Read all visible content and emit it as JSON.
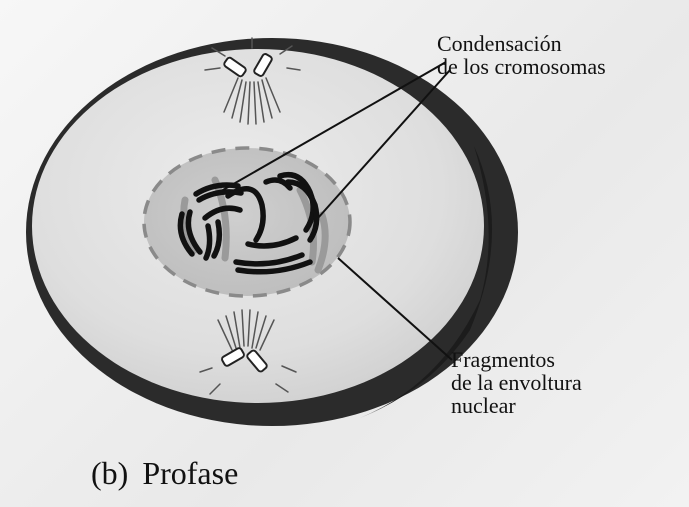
{
  "labels": {
    "chromosome_condensation": [
      "Condensación",
      "de los cromosomas"
    ],
    "envelope_fragments": [
      "Fragmentos",
      "de la envoltura",
      "nuclear"
    ]
  },
  "caption": {
    "tag": "(b)",
    "title": "Profase"
  },
  "colors": {
    "cell_outline": "#2a2a2a",
    "cytoplasm": "#e2e2e2",
    "nucleus": "#c7c7c7",
    "envelope_fragments": "#8a8a8a",
    "chromosomes": "#111111",
    "chromosome_shadow": "#9a9a9a"
  }
}
